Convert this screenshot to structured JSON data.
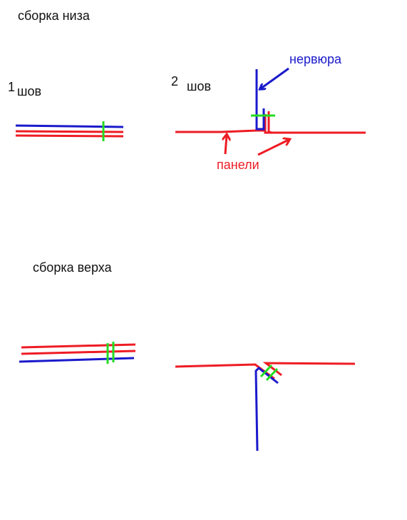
{
  "labels": {
    "bottom_assembly": "сборка низа",
    "top_assembly": "сборка верха",
    "seam1_number": "1",
    "seam1_word": "шов",
    "seam2_number": "2",
    "seam2_word": "шов",
    "rib": "нервюра",
    "panels": "панели"
  },
  "colors": {
    "panel": "#ee1c24",
    "rib": "#1a1acc",
    "stitch": "#22dd22",
    "text": "#111111"
  }
}
